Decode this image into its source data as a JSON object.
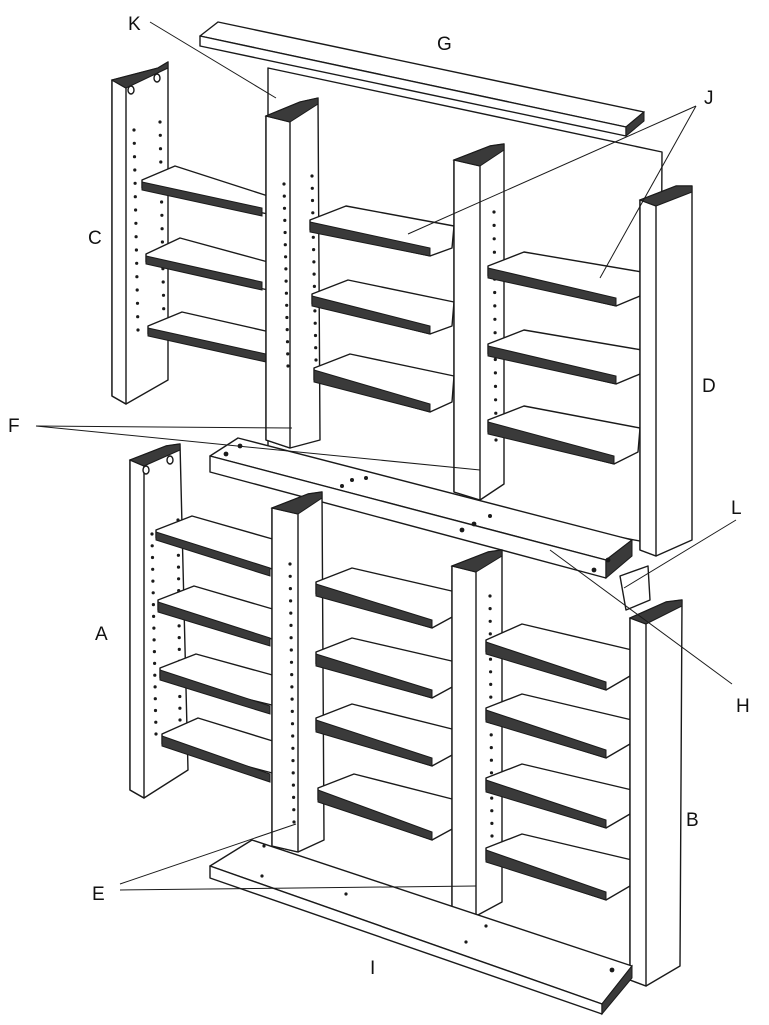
{
  "labels": {
    "a": "A",
    "b": "B",
    "c": "C",
    "d": "D",
    "e": "E",
    "f": "F",
    "g": "G",
    "h": "H",
    "i": "I",
    "j": "J",
    "k": "K",
    "l": "L"
  }
}
